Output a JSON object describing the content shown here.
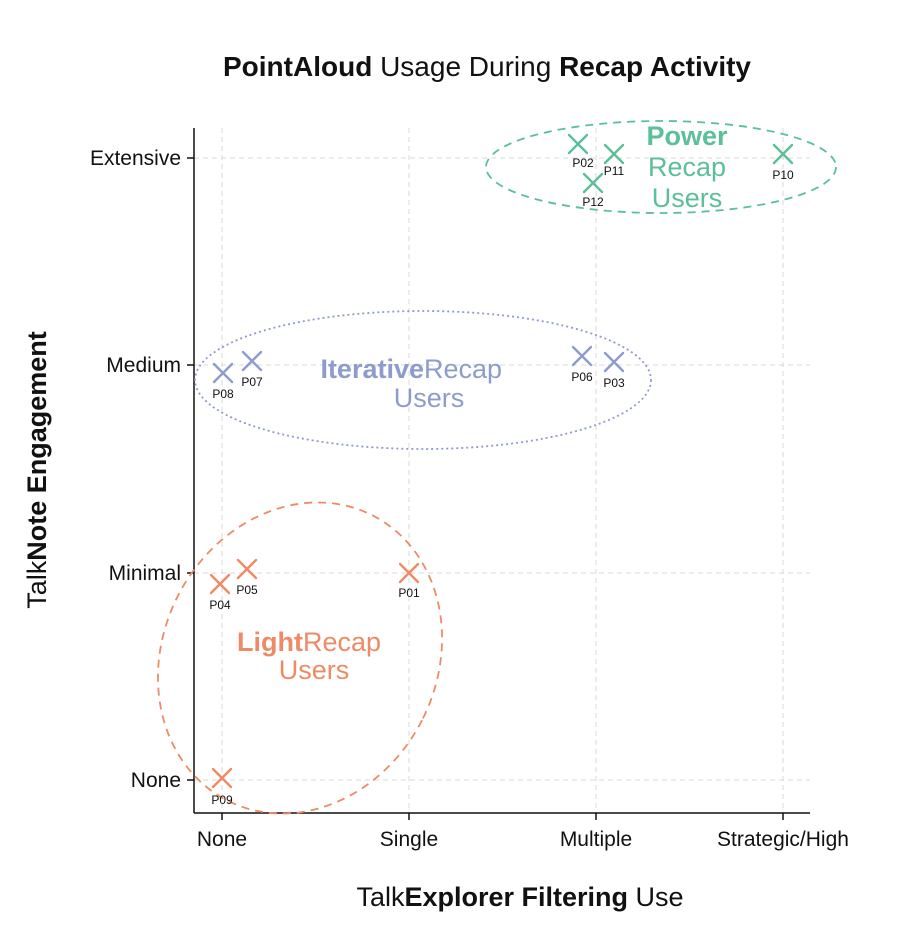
{
  "chart_data": {
    "type": "scatter",
    "title_parts": [
      {
        "text": "PointAloud",
        "bold": true
      },
      {
        "text": " Usage During ",
        "bold": false
      },
      {
        "text": "Recap Activity",
        "bold": true
      }
    ],
    "xlabel_parts": [
      {
        "text": "Talk",
        "bold": false
      },
      {
        "text": "Explorer Filtering",
        "bold": true
      },
      {
        "text": " Use",
        "bold": false
      }
    ],
    "ylabel_parts": [
      {
        "text": "Talk",
        "bold": false
      },
      {
        "text": "Note Engagement",
        "bold": true
      }
    ],
    "x_categories": [
      "None",
      "Single",
      "Multiple",
      "Strategic/High"
    ],
    "y_categories": [
      "None",
      "Minimal",
      "Medium",
      "Extensive"
    ],
    "grid": true,
    "groups": [
      {
        "name_parts": [
          {
            "text": "Power",
            "bold": true
          },
          {
            "text": "Recap",
            "bold": false
          },
          {
            "text": "Users",
            "bold": false
          }
        ],
        "color": "#5bbf97",
        "points": [
          {
            "id": "P02",
            "x": "Multiple",
            "y": "Extensive"
          },
          {
            "id": "P11",
            "x": "Multiple",
            "y": "Extensive"
          },
          {
            "id": "P12",
            "x": "Multiple",
            "y": "Extensive"
          },
          {
            "id": "P10",
            "x": "Strategic/High",
            "y": "Extensive"
          }
        ]
      },
      {
        "name_parts": [
          {
            "text": "Iterative",
            "bold": true
          },
          {
            "text": " Recap",
            "bold": false
          },
          {
            "text": "Users",
            "bold": false
          }
        ],
        "color": "#8d9ccc",
        "points": [
          {
            "id": "P08",
            "x": "None",
            "y": "Medium"
          },
          {
            "id": "P07",
            "x": "None",
            "y": "Medium"
          },
          {
            "id": "P06",
            "x": "Multiple",
            "y": "Medium"
          },
          {
            "id": "P03",
            "x": "Multiple",
            "y": "Medium"
          }
        ]
      },
      {
        "name_parts": [
          {
            "text": "Light",
            "bold": true
          },
          {
            "text": " Recap",
            "bold": false
          },
          {
            "text": "Users",
            "bold": false
          }
        ],
        "color": "#ee8b66",
        "points": [
          {
            "id": "P04",
            "x": "None",
            "y": "Minimal"
          },
          {
            "id": "P05",
            "x": "None",
            "y": "Minimal"
          },
          {
            "id": "P01",
            "x": "Single",
            "y": "Minimal"
          },
          {
            "id": "P09",
            "x": "None",
            "y": "None"
          }
        ]
      }
    ]
  }
}
